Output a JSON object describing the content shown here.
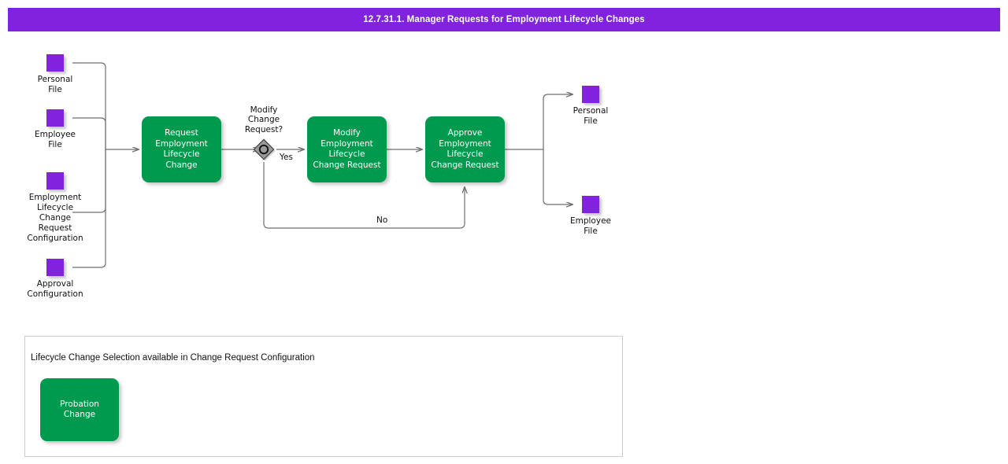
{
  "header": {
    "title": "12.7.31.1. Manager Requests for Employment Lifecycle Changes",
    "background_color": "#8122dc",
    "text_color": "#ffffff"
  },
  "palette": {
    "purple": "#8122dc",
    "green": "#009a4e",
    "gateway_gray": "#9a9a9a",
    "connector": "#6e6e6e",
    "panel_border": "#cccccc"
  },
  "diagram": {
    "inputs": [
      {
        "name": "personal-file-input",
        "label": "Personal\nFile",
        "icon": "data-object-icon"
      },
      {
        "name": "employee-file-input",
        "label": "Employee\nFile",
        "icon": "data-object-icon"
      },
      {
        "name": "employment-lifecycle-change-request-configuration-input",
        "label": "Employment\nLifecycle\nChange\nRequest\nConfiguration",
        "icon": "data-object-icon"
      },
      {
        "name": "approval-configuration-input",
        "label": "Approval\nConfiguration",
        "icon": "data-object-icon"
      }
    ],
    "tasks": [
      {
        "name": "request-employment-lifecycle-change-task",
        "label": "Request\nEmployment\nLifecycle\nChange"
      },
      {
        "name": "modify-employment-lifecycle-change-request-task",
        "label": "Modify\nEmployment\nLifecycle\nChange Request"
      },
      {
        "name": "approve-employment-lifecycle-change-request-task",
        "label": "Approve\nEmployment\nLifecycle\nChange Request"
      }
    ],
    "gateway": {
      "name": "modify-change-request-gateway",
      "label": "Modify\nChange\nRequest?"
    },
    "edge_labels": {
      "yes": "Yes",
      "no": "No"
    },
    "outputs": [
      {
        "name": "personal-file-output",
        "label": "Personal\nFile",
        "icon": "data-object-icon"
      },
      {
        "name": "employee-file-output",
        "label": "Employee\nFile",
        "icon": "data-object-icon"
      }
    ]
  },
  "note_panel": {
    "text": "Lifecycle Change Selection available in Change Request Configuration",
    "items": [
      {
        "name": "probation-change-option",
        "label": "Probation\nChange"
      }
    ]
  }
}
